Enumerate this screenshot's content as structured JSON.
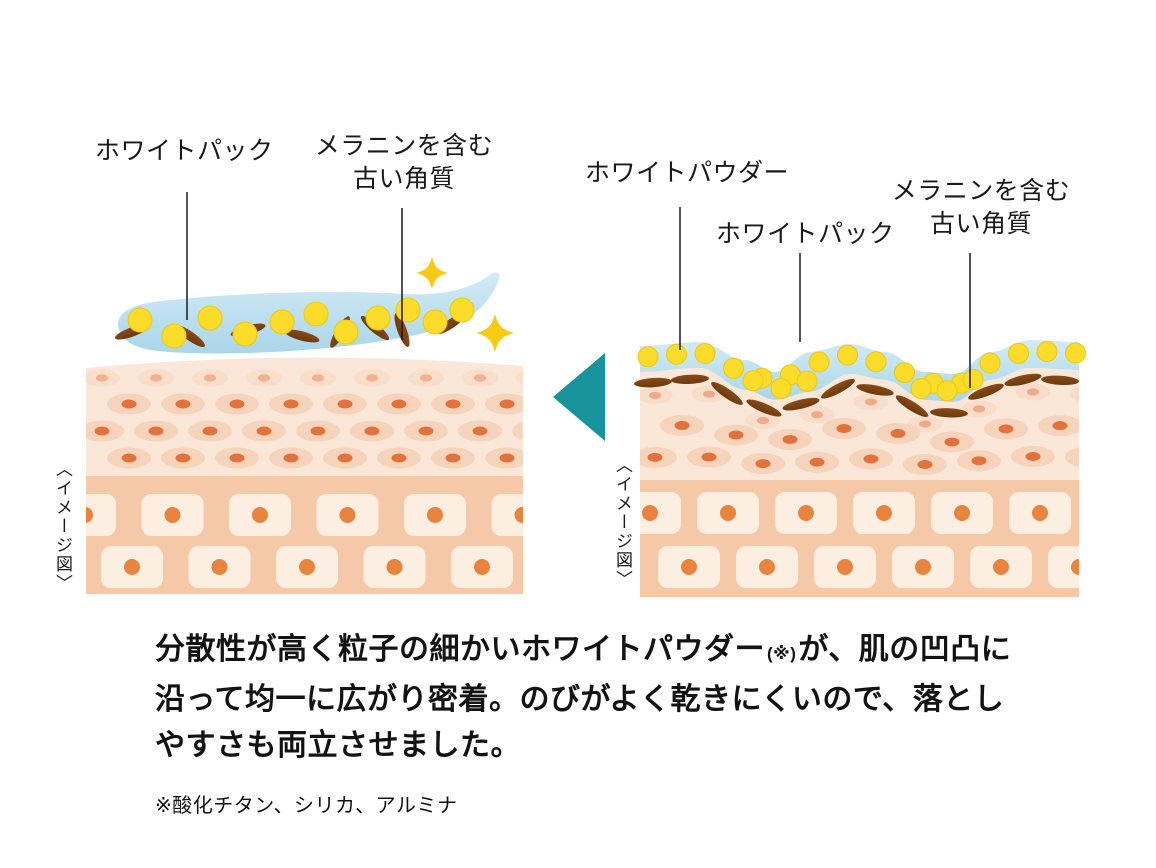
{
  "diagram_left": {
    "caption_vertical": "〈イメージ図〉",
    "labels": {
      "white_pack": "ホワイトパック",
      "melanin_line1": "メラニンを含む",
      "melanin_line2": "古い角質"
    }
  },
  "diagram_right": {
    "caption_vertical": "〈イメージ図〉",
    "labels": {
      "white_powder": "ホワイトパウダー",
      "white_pack": "ホワイトパック",
      "melanin_line1": "メラニンを含む",
      "melanin_line2": "古い角質"
    }
  },
  "description": {
    "text_before_note": "分散性が高く粒子の細かいホワイトパウダー",
    "note_marker": "(※)",
    "text_after_note": "が、肌の凹凸に沿って均一に広がり密着。のびがよく乾きにくいので、落としやすさも両立させました。",
    "footnote": "※酸化チタン、シリカ、アルミナ"
  },
  "colors": {
    "text": "#1a1a1a",
    "leader_line": "#1a1a1a",
    "pack_blue": "#a9d6e9",
    "pack_blue_light": "#d3ebf6",
    "powder_yellow": "#fbdc2b",
    "powder_yellow_deep": "#f0c70e",
    "keratin_brown": "#8a4a17",
    "keratin_brown_dark": "#6b3a0e",
    "skin_upper": "#fbe7d8",
    "cell_body": "#f6d3bb",
    "cell_nucleus": "#e2713c",
    "skin_lower": "#f5c9a8",
    "block_cell": "#fcefe2",
    "block_nucleus": "#e8843e",
    "sparkle_yellow": "#f6cb13",
    "arrow_teal": "#17939b"
  }
}
